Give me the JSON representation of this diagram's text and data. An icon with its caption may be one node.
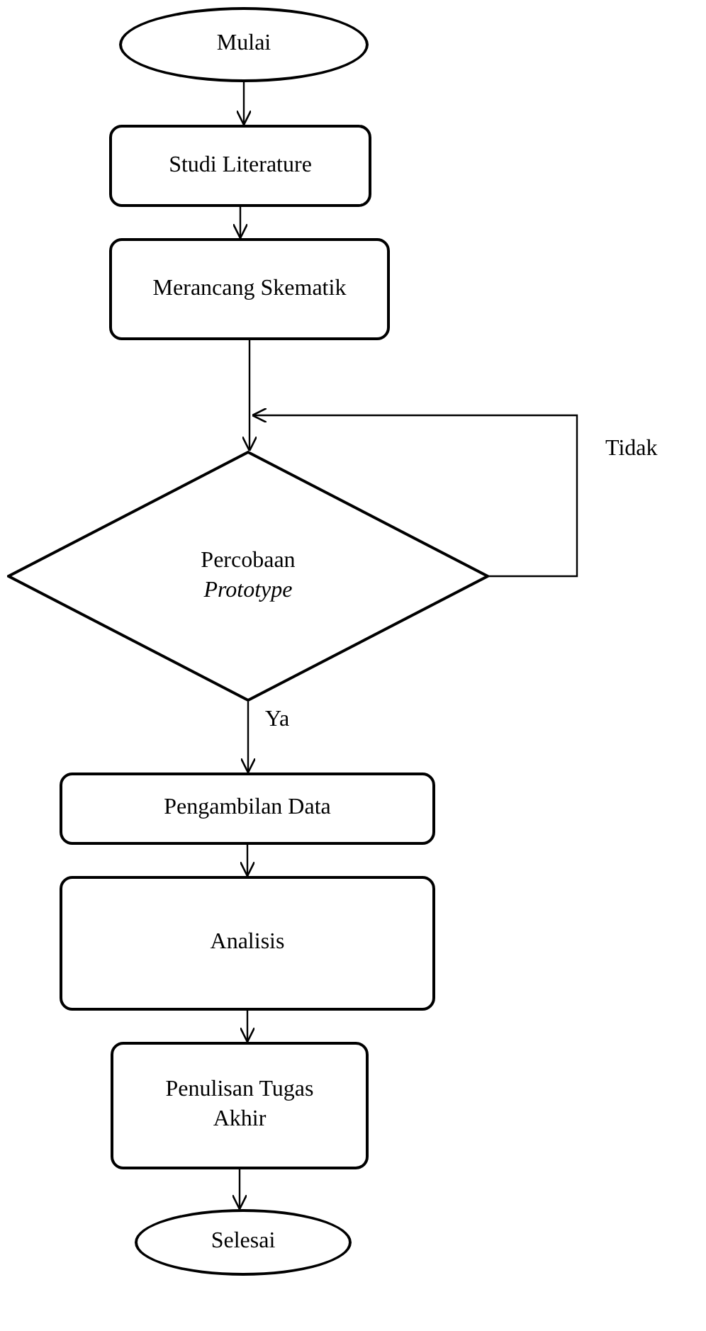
{
  "diagram": {
    "nodes": [
      {
        "text": [
          "Mulai"
        ]
      },
      {
        "text": [
          "Studi Literature"
        ]
      },
      {
        "text": [
          "Merancang Skematik"
        ]
      },
      {
        "text": [
          "Percobaan *Prototype*"
        ]
      },
      {
        "text": [
          "Pengambilan Data"
        ]
      },
      {
        "text": [
          "Analisis"
        ]
      },
      {
        "text": [
          "Penulisan Tugas Akhir"
        ]
      },
      {
        "text": [
          "Selesai"
        ]
      }
    ],
    "edges": [
      {
        "from": 0,
        "to": 1,
        "arrow": "to"
      },
      {
        "from": 1,
        "to": 2,
        "arrow": "to"
      },
      {
        "from": 2,
        "to": 3,
        "arrow": "to"
      },
      {
        "from": 3,
        "to": 3,
        "arrow": "to",
        "label": "Tidak"
      },
      {
        "from": 3,
        "to": 4,
        "arrow": "to",
        "label": "Ya"
      },
      {
        "from": 4,
        "to": 5,
        "arrow": "to"
      },
      {
        "from": 5,
        "to": 6,
        "arrow": "to"
      },
      {
        "from": 6,
        "to": 7,
        "arrow": "to"
      }
    ]
  }
}
